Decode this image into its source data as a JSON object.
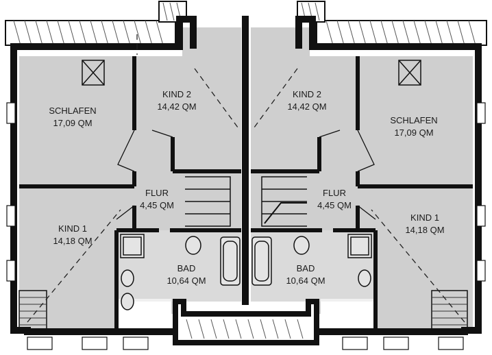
{
  "colors": {
    "room_fill": "#cfcfcf",
    "wall": "#111111",
    "outside": "#ffffff",
    "fixture_fill": "#e4e4e4",
    "line": "#1a1a1a"
  },
  "rooms": {
    "left_schlafen": {
      "name": "SCHLAFEN",
      "area": "17,09 QM"
    },
    "left_kind2": {
      "name": "KIND 2",
      "area": "14,42 QM"
    },
    "left_flur": {
      "name": "FLUR",
      "area": "4,45 QM"
    },
    "left_kind1": {
      "name": "KIND 1",
      "area": "14,18 QM"
    },
    "left_bad": {
      "name": "BAD",
      "area": "10,64 QM"
    },
    "right_kind2": {
      "name": "KIND 2",
      "area": "14,42 QM"
    },
    "right_schlafen": {
      "name": "SCHLAFEN",
      "area": "17,09 QM"
    },
    "right_flur": {
      "name": "FLUR",
      "area": "4,45 QM"
    },
    "right_kind1": {
      "name": "KIND 1",
      "area": "14,18 QM"
    },
    "right_bad": {
      "name": "BAD",
      "area": "10,64 QM"
    }
  },
  "icons": {
    "skylight": "skylight-icon",
    "toilet": "toilet-icon",
    "bathtub": "bathtub-icon",
    "shower": "shower-icon",
    "stairs": "stairs-icon",
    "door_swing": "door-swing-icon",
    "window": "window-icon"
  }
}
